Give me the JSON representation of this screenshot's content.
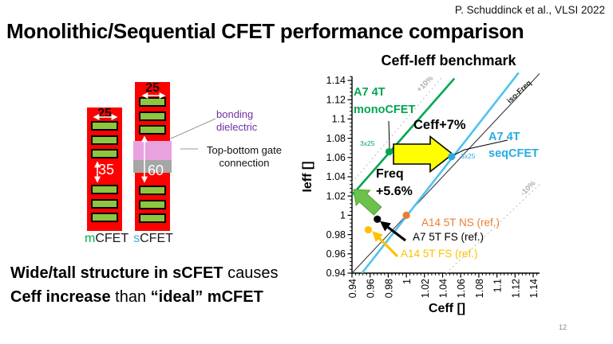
{
  "header": {
    "attribution": "P. Schuddinck et al., VLSI 2022",
    "title": "Monolithic/Sequential CFET performance comparison"
  },
  "page_number": "12",
  "diagram": {
    "mcfet": {
      "width_label": "25",
      "pitch_label": "35",
      "name_first": "m",
      "name_rest": "CFET"
    },
    "scfet": {
      "width_label": "25",
      "pitch_label": "60",
      "name_first": "s",
      "name_rest": "CFET"
    },
    "bonding_label": "bonding\ndielectric",
    "gate_label": "Top-bottom gate\nconnection",
    "colors": {
      "body": "#FE0000",
      "fin": "#8DC63F",
      "bonding_dielectric": "#E8A2DE",
      "gate_connection": "#A6A6A6"
    }
  },
  "takeaway": {
    "line1_bold": "Wide/tall structure in sCFET",
    "line1_rest": " causes",
    "line2_bold": "Ceff increase",
    "line2_mid": " than ",
    "line2_bold2": "“ideal” mCFET"
  },
  "chart_data": {
    "type": "scatter",
    "title": "Ceff-Ieff benchmark",
    "xlabel": "Ceff []",
    "ylabel": "Ieff []",
    "xlim": [
      0.94,
      1.14
    ],
    "ylim": [
      0.94,
      1.14
    ],
    "grid": false,
    "legend": "none",
    "ticks": [
      "0.94",
      "0.96",
      "0.98",
      "1",
      "1.02",
      "1.04",
      "1.06",
      "1.08",
      "1.1",
      "1.12",
      "1.14"
    ],
    "points": [
      {
        "id": "point-monocfet",
        "label": "A7 4T monoCFET",
        "x": 0.981,
        "y": 1.066,
        "color": "#00A651",
        "size_label": "3x25"
      },
      {
        "id": "point-seqcfet",
        "label": "A7 4T seqCFET",
        "x": 1.05,
        "y": 1.061,
        "color": "#29ABE2",
        "size_label": "3x25"
      },
      {
        "id": "point-a14-5t-ns",
        "label": "A14 5T NS (ref.)",
        "x": 1.0,
        "y": 1.0,
        "color": "#ED7D31"
      },
      {
        "id": "point-a7-5t-fs",
        "label": "A7 5T FS (ref.)",
        "x": 0.968,
        "y": 0.996,
        "color": "#000000"
      },
      {
        "id": "point-a14-5t-fs",
        "label": "A14 5T FS (ref.)",
        "x": 0.958,
        "y": 0.985,
        "color": "#FFC000"
      }
    ],
    "lines": [
      {
        "id": "plus10-guide",
        "label": "+10%",
        "color": "#C9C9C9",
        "width": 1.3,
        "dash": "2,3.5",
        "x1": 0.94,
        "y1": 1.034,
        "x2": 1.04,
        "y2": 1.144
      },
      {
        "id": "minus10-guide",
        "label": "-10%",
        "color": "#C9C9C9",
        "width": 1.3,
        "dash": "2,3.5",
        "x1": 1.044,
        "y1": 0.94,
        "x2": 1.147,
        "y2": 1.032
      },
      {
        "id": "iso-freq-line",
        "label": "iso-Freq",
        "color": "#3a3a3a",
        "width": 1.1,
        "dash": "",
        "x1": 0.94,
        "y1": 0.94,
        "x2": 1.147,
        "y2": 1.147
      },
      {
        "id": "trend-monocfet",
        "label": "monoCFET trend",
        "color": "#00A651",
        "width": 2.6,
        "dash": "",
        "x1": 0.94,
        "y1": 1.021,
        "x2": 1.053,
        "y2": 1.142
      },
      {
        "id": "trend-seqcfet",
        "label": "seqCFET trend",
        "color": "#4FC3EF",
        "width": 2.6,
        "dash": "",
        "x1": 0.951,
        "y1": 0.94,
        "x2": 1.124,
        "y2": 1.148
      }
    ],
    "annotations": {
      "mono": "A7 4T\nmonoCFET",
      "seq": "A7 4T\nseqCFET",
      "ceff_gain": "Ceff+7%",
      "freq_gain": "Freq\n+5.6%",
      "ref_ns": "A14 5T NS (ref.)",
      "ref_fs": "A7 5T FS (ref.)",
      "ref_a14fs": "A14 5T FS (ref.)",
      "mono_size": "3x25",
      "seq_size": "3x25",
      "plus10": "+10%",
      "minus10": "-10%",
      "isofreq": "iso-Freq"
    },
    "arrow_colors": {
      "ceff_gain_arrow": "#FFFF00",
      "freq_gain_arrow": "#6CC24A"
    }
  }
}
